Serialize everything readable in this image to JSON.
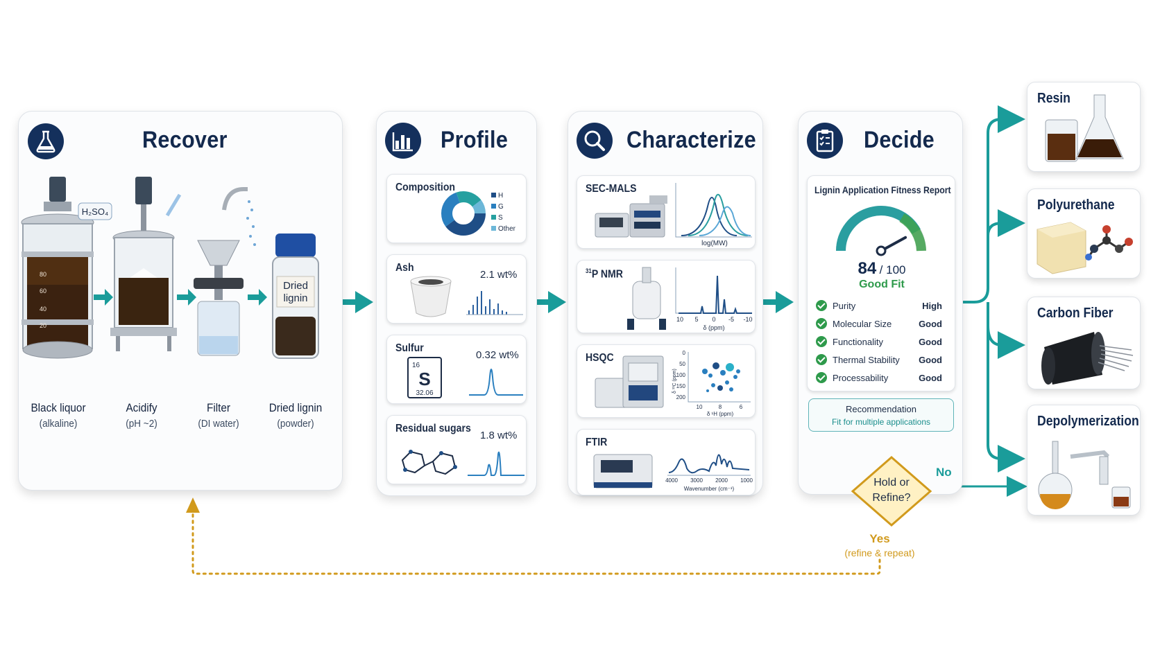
{
  "colors": {
    "navy": "#13294d",
    "teal": "#1a9c9a",
    "gold": "#d19a1c",
    "green": "#2e9a4b",
    "blue": "#2a5f9e"
  },
  "recover": {
    "title": "Recover",
    "icon": "flask-icon",
    "reagent": "H₂SO₄",
    "dried_lignin_label": [
      "Dried",
      "lignin"
    ],
    "cylinder_scale": [
      "80",
      "60",
      "40",
      "20"
    ],
    "steps": [
      {
        "name": "Black liquor",
        "sub": "(alkaline)"
      },
      {
        "name": "Acidify",
        "sub": "(pH ~2)"
      },
      {
        "name": "Filter",
        "sub": "(DI water)"
      },
      {
        "name": "Dried lignin",
        "sub": "(powder)"
      }
    ]
  },
  "profile": {
    "title": "Profile",
    "icon": "bar-chart-icon",
    "composition": {
      "label": "Composition",
      "legend": [
        "H",
        "G",
        "S",
        "Other"
      ]
    },
    "ash": {
      "label": "Ash",
      "value": "2.1 wt%"
    },
    "sulfur": {
      "label": "Sulfur",
      "value": "0.32 wt%",
      "element": {
        "number": "16",
        "symbol": "S",
        "mass": "32.06"
      }
    },
    "sugars": {
      "label": "Residual sugars",
      "value": "1.8 wt%"
    }
  },
  "characterize": {
    "title": "Characterize",
    "icon": "magnifier-icon",
    "secmals": {
      "label": "SEC-MALS",
      "axis": "log(MW)"
    },
    "pnmr": {
      "label_sup": "31",
      "label": "P NMR",
      "ticks": [
        "10",
        "5",
        "0",
        "-5",
        "-10"
      ],
      "axis": "δ (ppm)"
    },
    "hsqc": {
      "label": "HSQC",
      "y_ticks": [
        "0",
        "50",
        "100",
        "150",
        "200"
      ],
      "y_axis": "δ ¹³C (ppm)",
      "x_ticks": [
        "10",
        "8",
        "6"
      ],
      "x_axis": "δ ¹H (ppm)"
    },
    "ftir": {
      "label": "FTIR",
      "ticks": [
        "4000",
        "3000",
        "2000",
        "1000"
      ],
      "axis": "Wavenumber (cm⁻¹)"
    }
  },
  "decide": {
    "title": "Decide",
    "icon": "clipboard-icon",
    "report_title": "Lignin Application Fitness Report",
    "score": "84",
    "score_max": "/ 100",
    "score_fraction": 0.84,
    "verdict": "Good Fit",
    "criteria": [
      {
        "name": "Purity",
        "rating": "High"
      },
      {
        "name": "Molecular Size",
        "rating": "Good"
      },
      {
        "name": "Functionality",
        "rating": "Good"
      },
      {
        "name": "Thermal Stability",
        "rating": "Good"
      },
      {
        "name": "Processability",
        "rating": "Good"
      }
    ],
    "recommendation_title": "Recommendation",
    "recommendation_text": "Fit for multiple applications",
    "diamond": [
      "Hold or",
      "Refine?"
    ],
    "no_label": "No",
    "yes_label": "Yes",
    "yes_sub": "(refine & repeat)"
  },
  "applications": [
    {
      "name": "Resin",
      "icon": "beaker-icon"
    },
    {
      "name": "Polyurethane",
      "icon": "foam-block-icon"
    },
    {
      "name": "Carbon Fiber",
      "icon": "fiber-spool-icon"
    },
    {
      "name": "Depolymerization",
      "icon": "distillation-icon"
    }
  ]
}
